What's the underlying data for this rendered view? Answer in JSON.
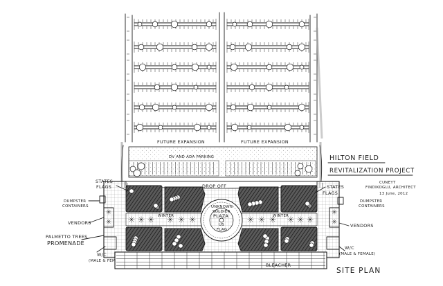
{
  "drawing": {
    "project_title_line1": "HILTON FIELD",
    "project_title_line2": "REVITALIZATION PROJECT",
    "author_line1": "CUNEYT",
    "author_line2": "FINDIKOGLU, ARCHITECT",
    "date": "13 June, 2012",
    "sheet_title": "SITE PLAN"
  },
  "labels": {
    "future_expansion_left": "FUTURE EXPANSION",
    "future_expansion_right": "FUTURE EXPANSION",
    "parking": "DV AND ADA PARKING",
    "drop_off": "DROP OFF",
    "states_flags_left_1": "STATES",
    "states_flags_left_2": "FLAGS",
    "states_flags_right_1": "STATES",
    "states_flags_right_2": "FLAGS",
    "dumpster_left_1": "DUMPSTER",
    "dumpster_left_2": "CONTAINERS",
    "dumpster_right_1": "DUMPSTER",
    "dumpster_right_2": "CONTAINERS",
    "vendors_left": "VENDORS",
    "vendors_right": "VENDORS",
    "promenade_1": "PALMETTO TREES",
    "promenade_2": "PROMENADE",
    "wc_left_1": "W/C",
    "wc_left_2": "(MALE & FEMALE)",
    "wc_right_1": "W/C",
    "wc_right_2": "(MALE & FEMALE)",
    "plaza_1": "UNKNOWN",
    "plaza_2": "SOLDIER",
    "plaza_3": "PLAZA",
    "plaza_4": "US",
    "plaza_5": "FLAG",
    "bleacher": "BLEACHER",
    "winter_left": "WINTER",
    "winter_right": "WINTER"
  }
}
